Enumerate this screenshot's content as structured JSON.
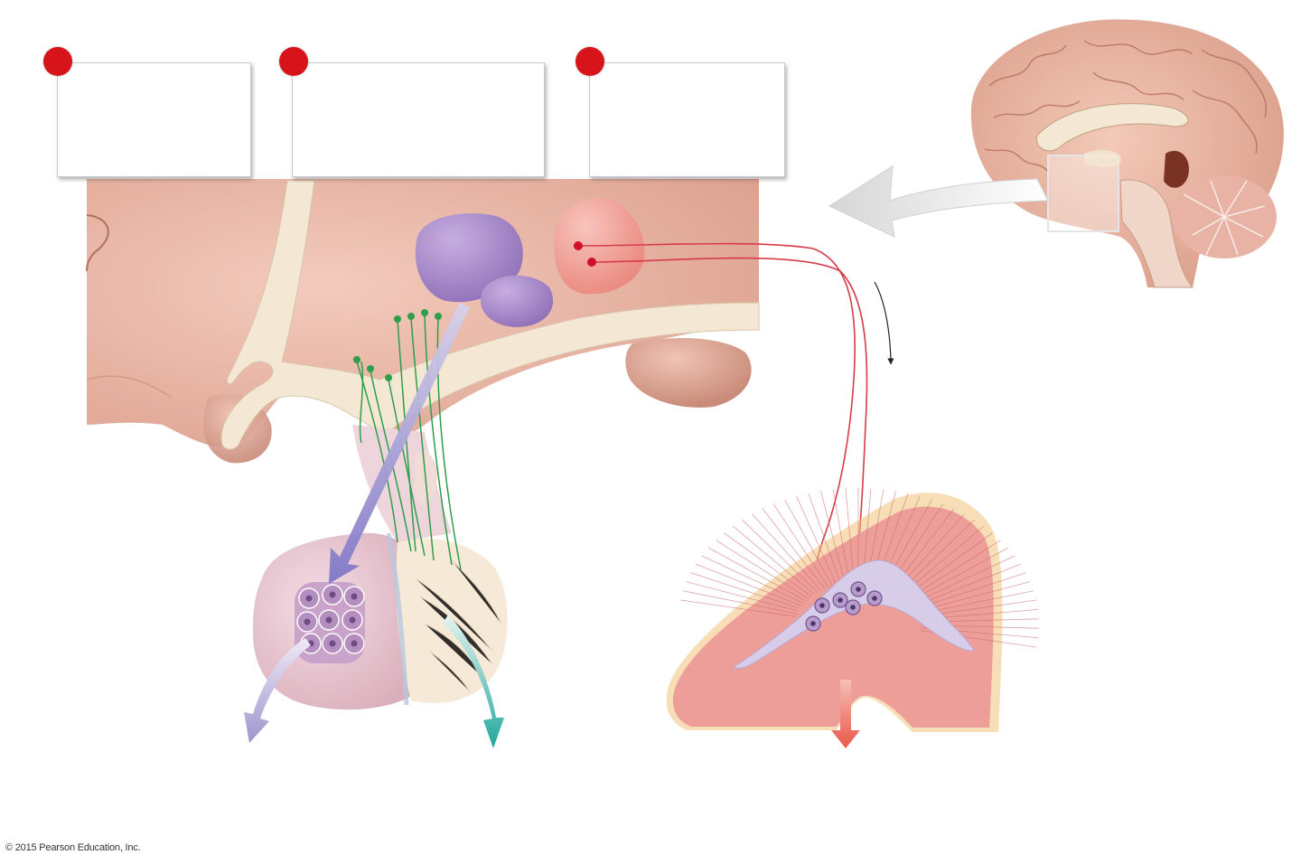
{
  "label_boxes": [
    {
      "id": "box-1",
      "text": ""
    },
    {
      "id": "box-2",
      "text": ""
    },
    {
      "id": "box-3",
      "text": ""
    }
  ],
  "colors": {
    "marker": "#d7141a",
    "tissue": "#e8b9a8",
    "tract": "#f4e8d4",
    "paraventricular_nucleus": "#a98bc9",
    "supraoptic_nucleus": "#f1a39c",
    "adrenal_cortex": "#ee9e99",
    "adrenal_medulla": "#d8cde8",
    "teal_arrow": "#1fa79a",
    "red_arrow": "#e8584a",
    "neurosecretory_cells": "#2e9e4a"
  },
  "footer": {
    "copyright": "© 2015 Pearson Education, Inc."
  }
}
